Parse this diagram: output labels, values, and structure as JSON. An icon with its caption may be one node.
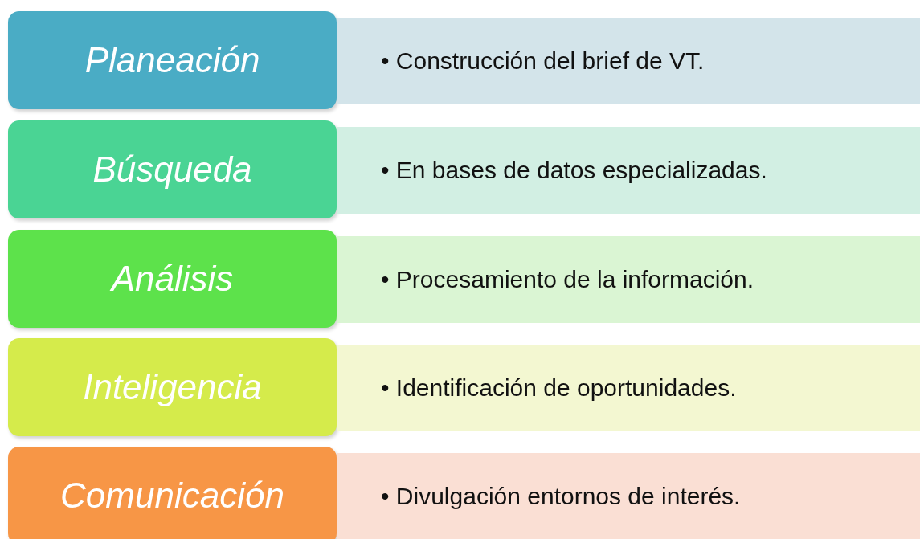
{
  "diagram": {
    "nodes": [
      {
        "text": [
          "Planeación"
        ]
      },
      {
        "text": [
          "• Construcción del brief de VT."
        ]
      },
      {
        "text": [
          "Búsqueda"
        ]
      },
      {
        "text": [
          "• En bases de datos especializadas."
        ]
      },
      {
        "text": [
          "Análisis"
        ]
      },
      {
        "text": [
          "• Procesamiento de la información."
        ]
      },
      {
        "text": [
          "Inteligencia"
        ]
      },
      {
        "text": [
          "• Identificación de oportunidades."
        ]
      },
      {
        "text": [
          "Comunicación"
        ]
      },
      {
        "text": [
          "• Divulgación entornos de interés."
        ]
      }
    ]
  }
}
